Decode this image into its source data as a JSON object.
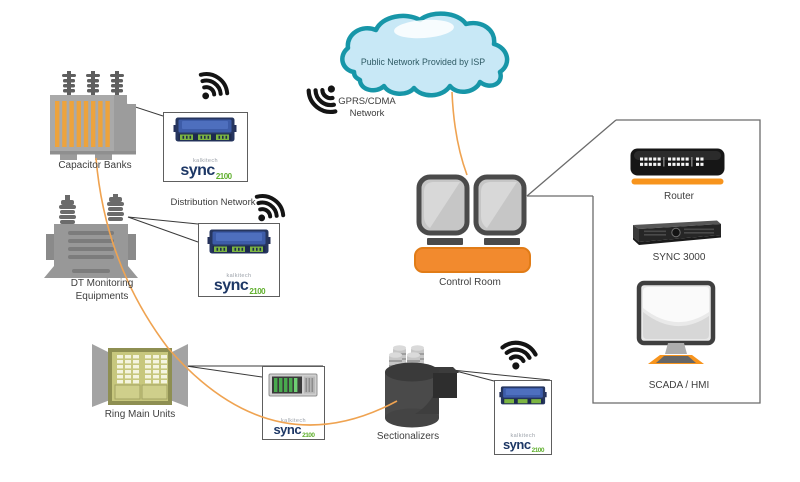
{
  "labels": {
    "capacitor_banks": "Capacitor Banks",
    "dt_monitoring": "DT Monitoring\nEquipments",
    "distribution_network": "Distribution Network",
    "ring_main_units": "Ring Main Units",
    "sectionalizers": "Sectionalizers",
    "cloud": "Public Network Provided by ISP",
    "gprs_network": "GPRS/CDMA\nNetwork",
    "control_room": "Control Room",
    "router": "Router",
    "sync_3000": "SYNC 3000",
    "scada_hmi": "SCADA / HMI"
  },
  "device_brand": {
    "maker": "kalkitech",
    "name": "sync",
    "model": "2100"
  },
  "connections": [
    {
      "from": "Capacitor Banks",
      "through": [
        "DT Monitoring Equipments",
        "Ring Main Units"
      ],
      "to": "Sectionalizers",
      "style": "orange-line"
    },
    {
      "from": "Public Network Provided by ISP",
      "to": "Control Room",
      "style": "orange-line"
    },
    {
      "from": "Capacitor Banks",
      "to": "SYNC 2100",
      "style": "callout"
    },
    {
      "from": "DT Monitoring Equipments",
      "to": "SYNC 2100",
      "style": "callout"
    },
    {
      "from": "Ring Main Units",
      "to": "SYNC 2100",
      "style": "callout"
    },
    {
      "from": "Sectionalizers",
      "to": "SYNC 2100",
      "style": "callout"
    },
    {
      "from": "Control Room",
      "to": "Router / SYNC 3000 / SCADA HMI panel",
      "style": "callout"
    }
  ],
  "icons": {
    "wifi": "wireless-signal arcs with dot",
    "cloud": "public network cloud",
    "capacitor_banks": "transformer bank with orange fins",
    "dt_transformer": "distribution transformer",
    "ring_main_unit": "switchgear cabinet",
    "sectionalizer": "pole-mounted sectionalizer",
    "control_room": "two monitors on orange desk",
    "router": "black router with orange bar",
    "sync_3000": "rack server",
    "scada_hmi": "desktop monitor"
  },
  "colors": {
    "accent_orange": "#f7941d",
    "desk_orange": "#f28a2e",
    "connector_orange": "#efa351",
    "cloud_teal": "#1796a8",
    "cloud_fill": "#c8e8f6",
    "device_navy": "#26365f",
    "device_blue": "#3d5ca8",
    "terminal_green": "#7cb542",
    "logo_blue": "#1d3765",
    "logo_green": "#61b02f",
    "callout_gray": "#6b6b6b",
    "label_text": "#3e3e3e",
    "wifi_black": "#141414"
  }
}
